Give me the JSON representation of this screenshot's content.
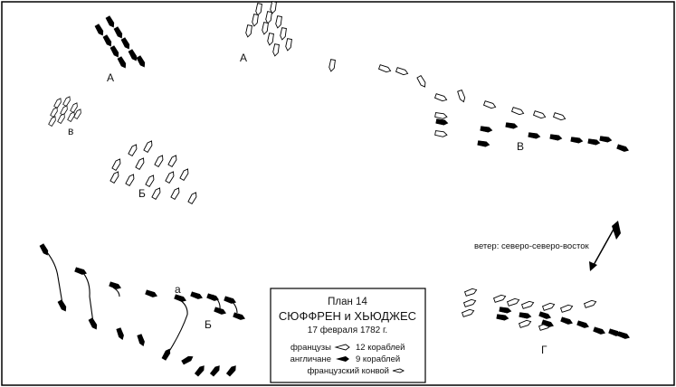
{
  "labels": {
    "a_top_left": "А",
    "a_top_middle": "А",
    "v_small": "в",
    "v_right": "В",
    "b_middle": "Б",
    "b_lower": "Б",
    "a_lower": "а",
    "g_right": "Г"
  },
  "wind": {
    "text": "ветер: северо-северо-восток"
  },
  "legend": {
    "title": "План 14",
    "subtitle": "СЮФФРЕН и ХЬЮДЖЕС",
    "date": "17 февраля 1782 г.",
    "french_label": "французы",
    "french_count": "12 кораблей",
    "english_label": "англичане",
    "english_count": "9 кораблей",
    "convoy_label": "французский конвой"
  },
  "colors": {
    "english": "#000000",
    "french": "#ffffff",
    "outline": "#000000"
  },
  "icons": {
    "french_ship": "ship-outline-icon",
    "english_ship": "ship-filled-icon",
    "convoy_ship": "convoy-ship-icon",
    "wind_arrow": "wind-arrow-icon"
  }
}
